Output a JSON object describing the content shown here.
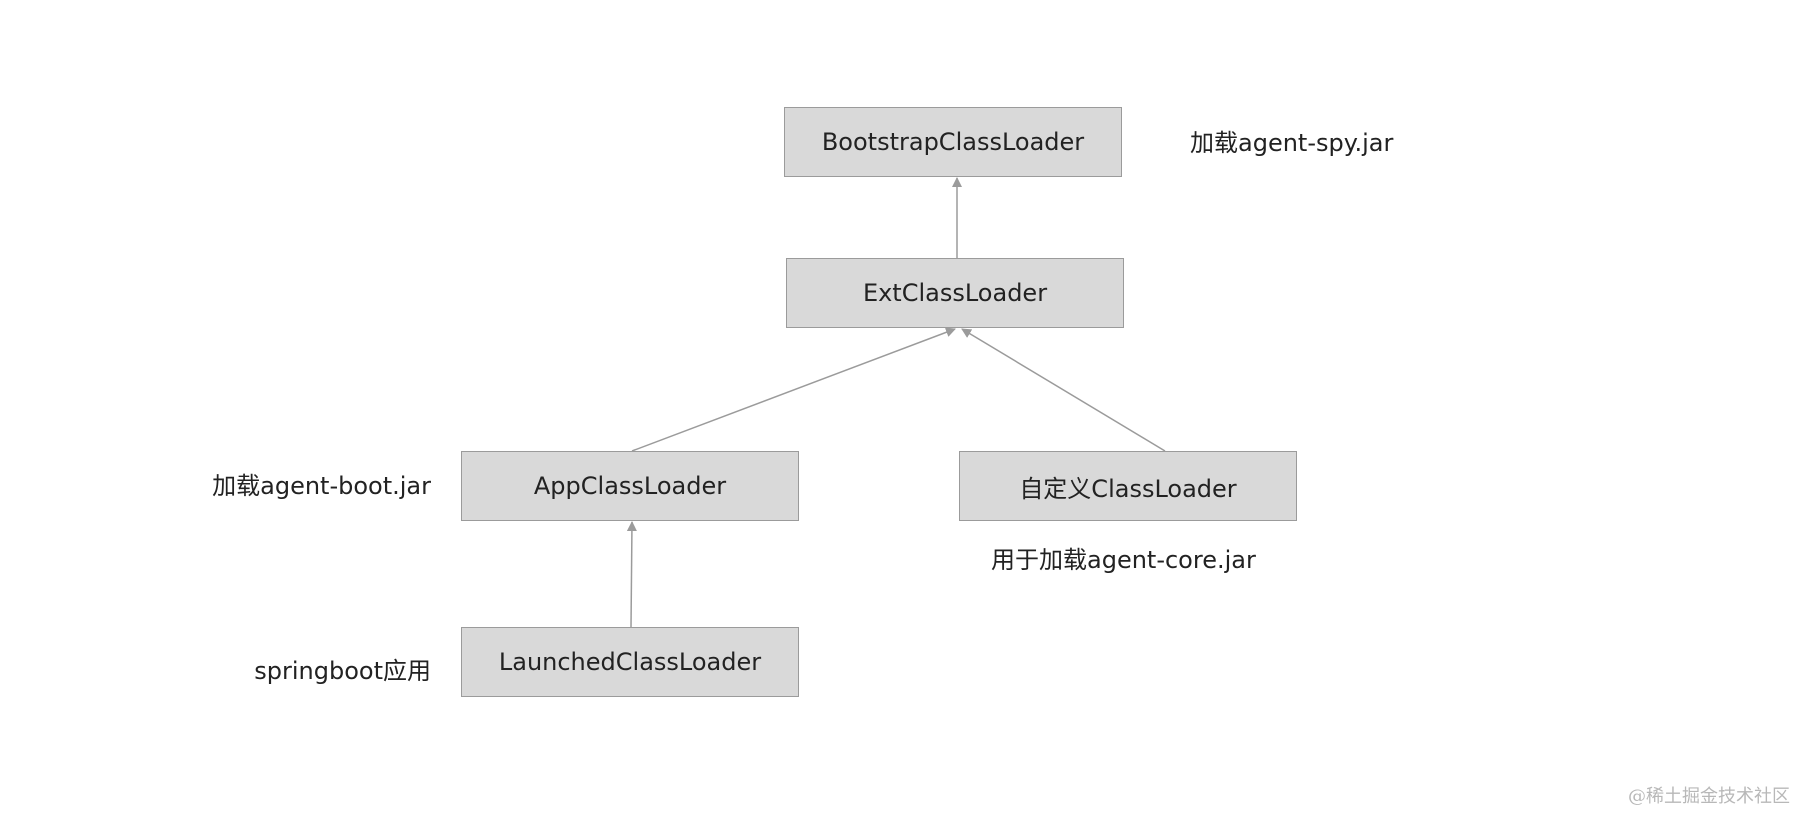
{
  "nodes": {
    "bootstrap": "BootstrapClassLoader",
    "ext": "ExtClassLoader",
    "app": "AppClassLoader",
    "custom": "自定义ClassLoader",
    "launched": "LaunchedClassLoader"
  },
  "annotations": {
    "bootstrap": "加载agent-spy.jar",
    "app": "加载agent-boot.jar",
    "custom": "用于加载agent-core.jar",
    "launched": "springboot应用"
  },
  "edges": [
    {
      "from": "ext",
      "to": "bootstrap"
    },
    {
      "from": "app",
      "to": "ext"
    },
    {
      "from": "custom",
      "to": "ext"
    },
    {
      "from": "launched",
      "to": "app"
    }
  ],
  "watermark": "@稀土掘金技术社区",
  "colors": {
    "node_fill": "#d9d9d9",
    "node_border": "#9b9b9b",
    "edge": "#9b9b9b",
    "text": "#222222"
  }
}
